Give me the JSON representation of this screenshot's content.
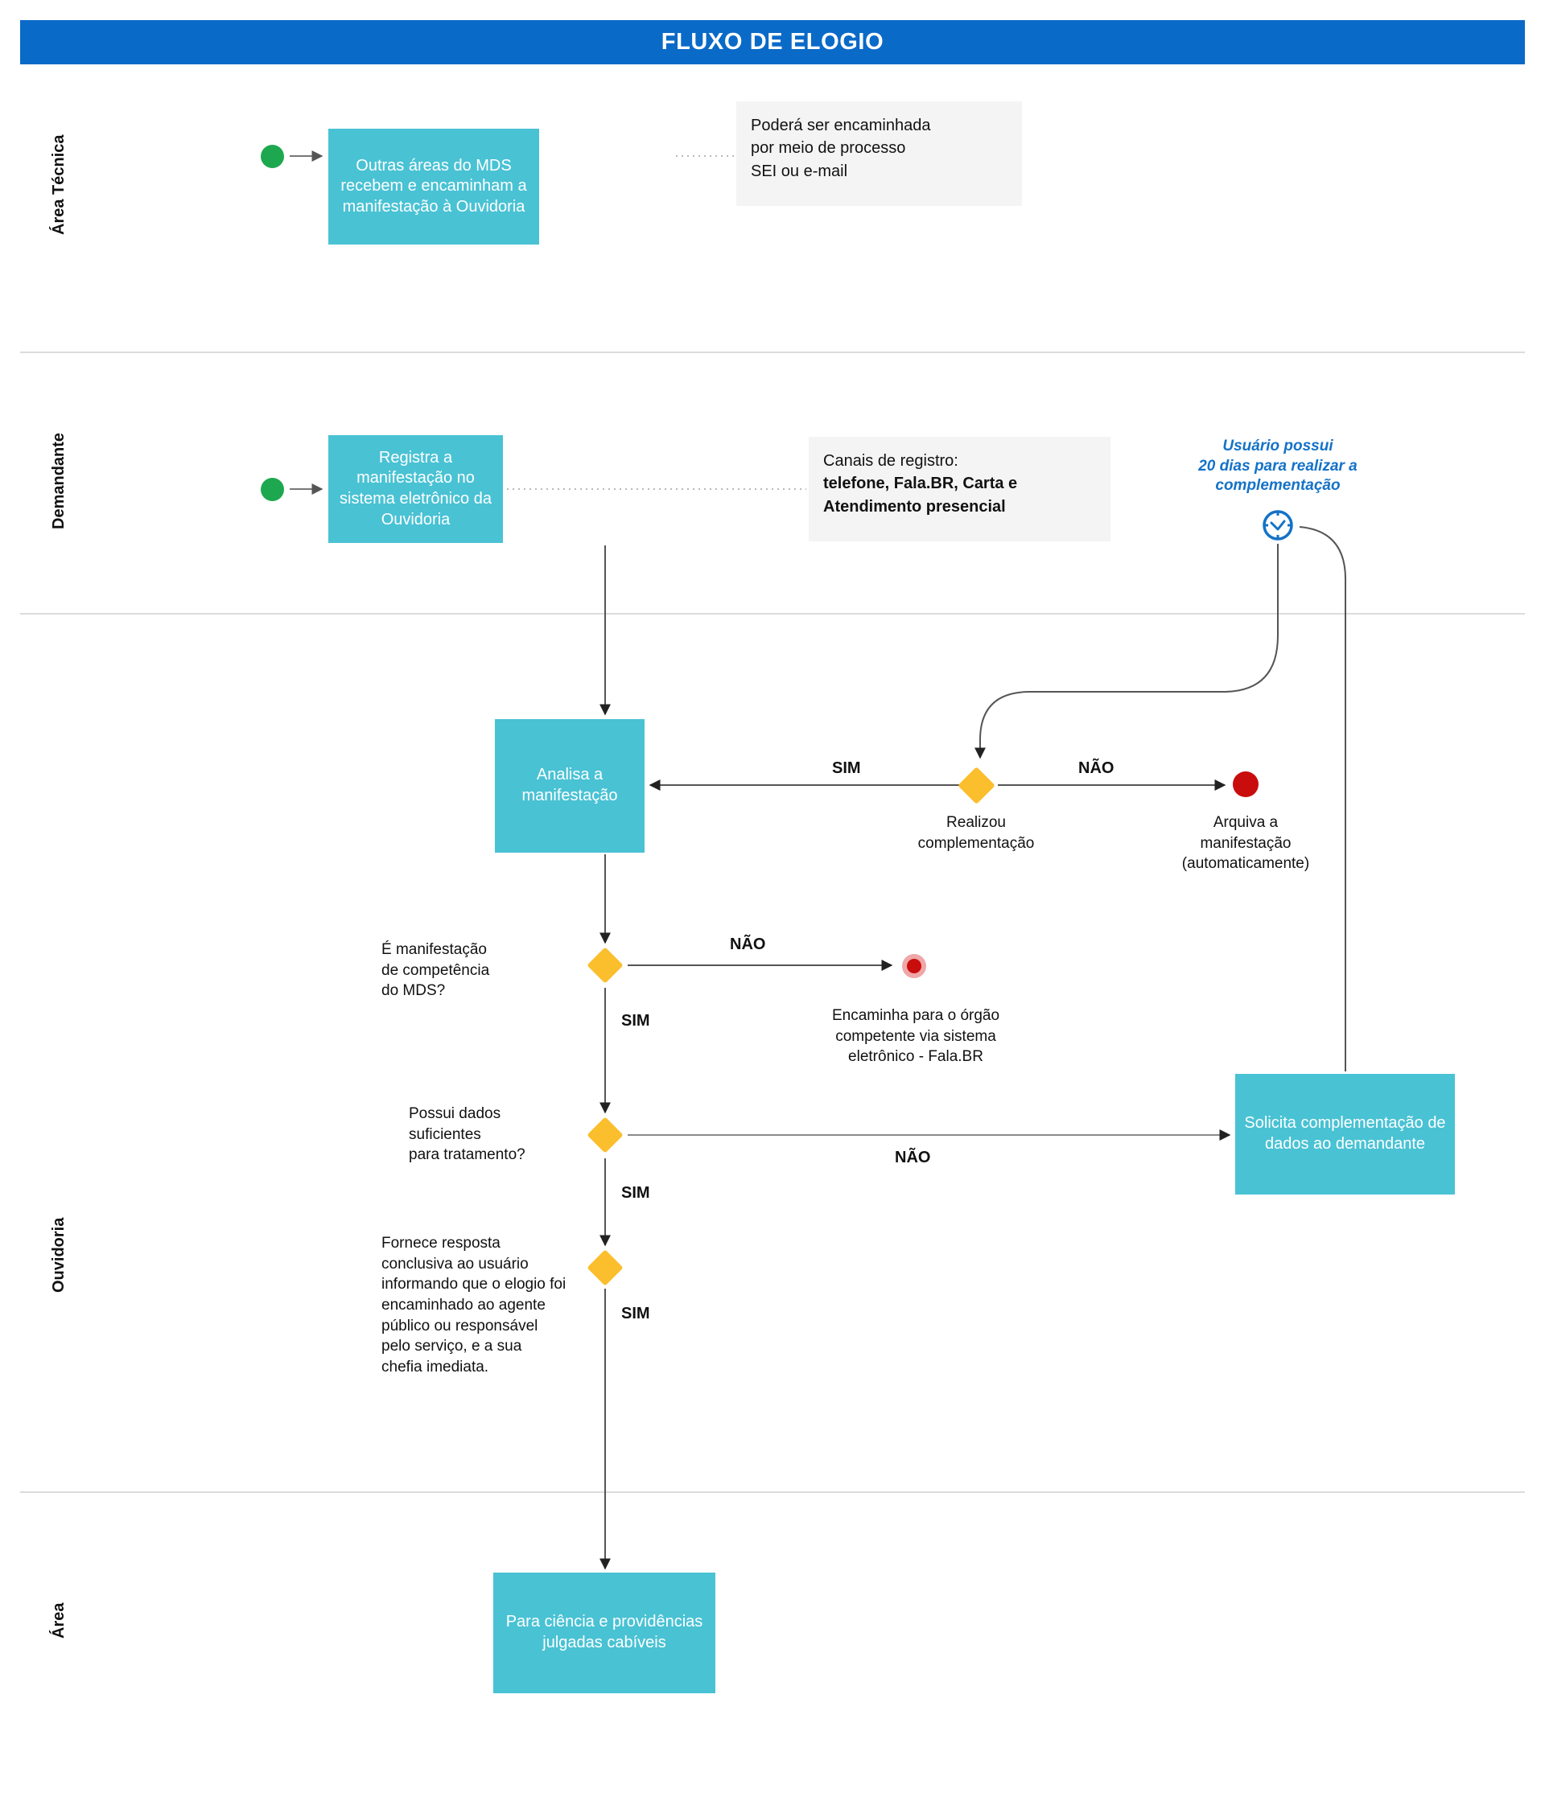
{
  "header": {
    "title": "FLUXO DE ELOGIO"
  },
  "lanes": [
    {
      "id": "area-tecnica",
      "label": "Área Técnica"
    },
    {
      "id": "demandante",
      "label": "Demandante"
    },
    {
      "id": "ouvidoria",
      "label": "Ouvidoria"
    },
    {
      "id": "area",
      "label": "Área"
    }
  ],
  "nodes": {
    "start_tecnica": {
      "type": "start",
      "label": "",
      "color": "#1da84f"
    },
    "outras_areas": {
      "type": "process",
      "label": "Outras áreas do MDS recebem e encaminham a manifestação à Ouvidoria"
    },
    "note_sei": {
      "type": "note",
      "line1": "Poderá ser encaminhada",
      "line2": "por meio de processo",
      "line3": "SEI ou e-mail"
    },
    "start_demandante": {
      "type": "start",
      "label": "",
      "color": "#1da84f"
    },
    "registra": {
      "type": "process",
      "label": "Registra a manifestação no sistema eletrônico da Ouvidoria"
    },
    "note_canais": {
      "type": "note",
      "title": "Canais de registro:",
      "bold": "telefone, Fala.BR, Carta e Atendimento presencial"
    },
    "note_prazo": {
      "type": "annotation",
      "line1": "Usuário possui",
      "line2": "20 dias para realizar a",
      "line3": "complementação",
      "color": "#1472c8"
    },
    "analisa": {
      "type": "process",
      "label": "Analisa a manifestação"
    },
    "dec_complementacao": {
      "type": "decision",
      "label_line1": "Realizou",
      "label_line2": "complementação"
    },
    "arquiva": {
      "type": "end",
      "label_line1": "Arquiva a",
      "label_line2": "manifestação",
      "label_line3": "(automaticamente)",
      "color": "#c90c0c"
    },
    "dec_competencia": {
      "type": "decision",
      "label_line1": "É manifestação",
      "label_line2": "de competência",
      "label_line3": "do MDS?"
    },
    "encaminha_orgao": {
      "type": "end",
      "label_line1": "Encaminha para o órgão",
      "label_line2": "competente via sistema",
      "label_line3": "eletrônico - Fala.BR",
      "color": "#c90c0c"
    },
    "dec_dados": {
      "type": "decision",
      "label_line1": "Possui dados",
      "label_line2": "suficientes",
      "label_line3": "para tratamento?"
    },
    "solicita": {
      "type": "process",
      "label": "Solicita complementação de dados ao demandante"
    },
    "dec_resposta": {
      "type": "decision",
      "label": "Fornece resposta conclusiva ao usuário informando que o elogio foi encaminhado ao agente público ou responsável pelo serviço, e a sua chefia imediata."
    },
    "para_ciencia": {
      "type": "process",
      "label": "Para ciência  e providências julgadas cabíveis"
    }
  },
  "edge_labels": {
    "sim_complementacao": "SIM",
    "nao_complementacao": "NÃO",
    "sim_competencia": "SIM",
    "nao_competencia": "NÃO",
    "sim_dados": "SIM",
    "nao_dados": "NÃO",
    "sim_resposta": "SIM"
  },
  "colors": {
    "header": "#0a6ac8",
    "process": "#49c2d4",
    "decision": "#fbbe2c",
    "start": "#1da84f",
    "end": "#c90c0c",
    "note": "#f4f4f4",
    "annotation": "#1472c8",
    "divider": "#dcdcdc"
  },
  "icons": {
    "clock": "clock-icon"
  }
}
